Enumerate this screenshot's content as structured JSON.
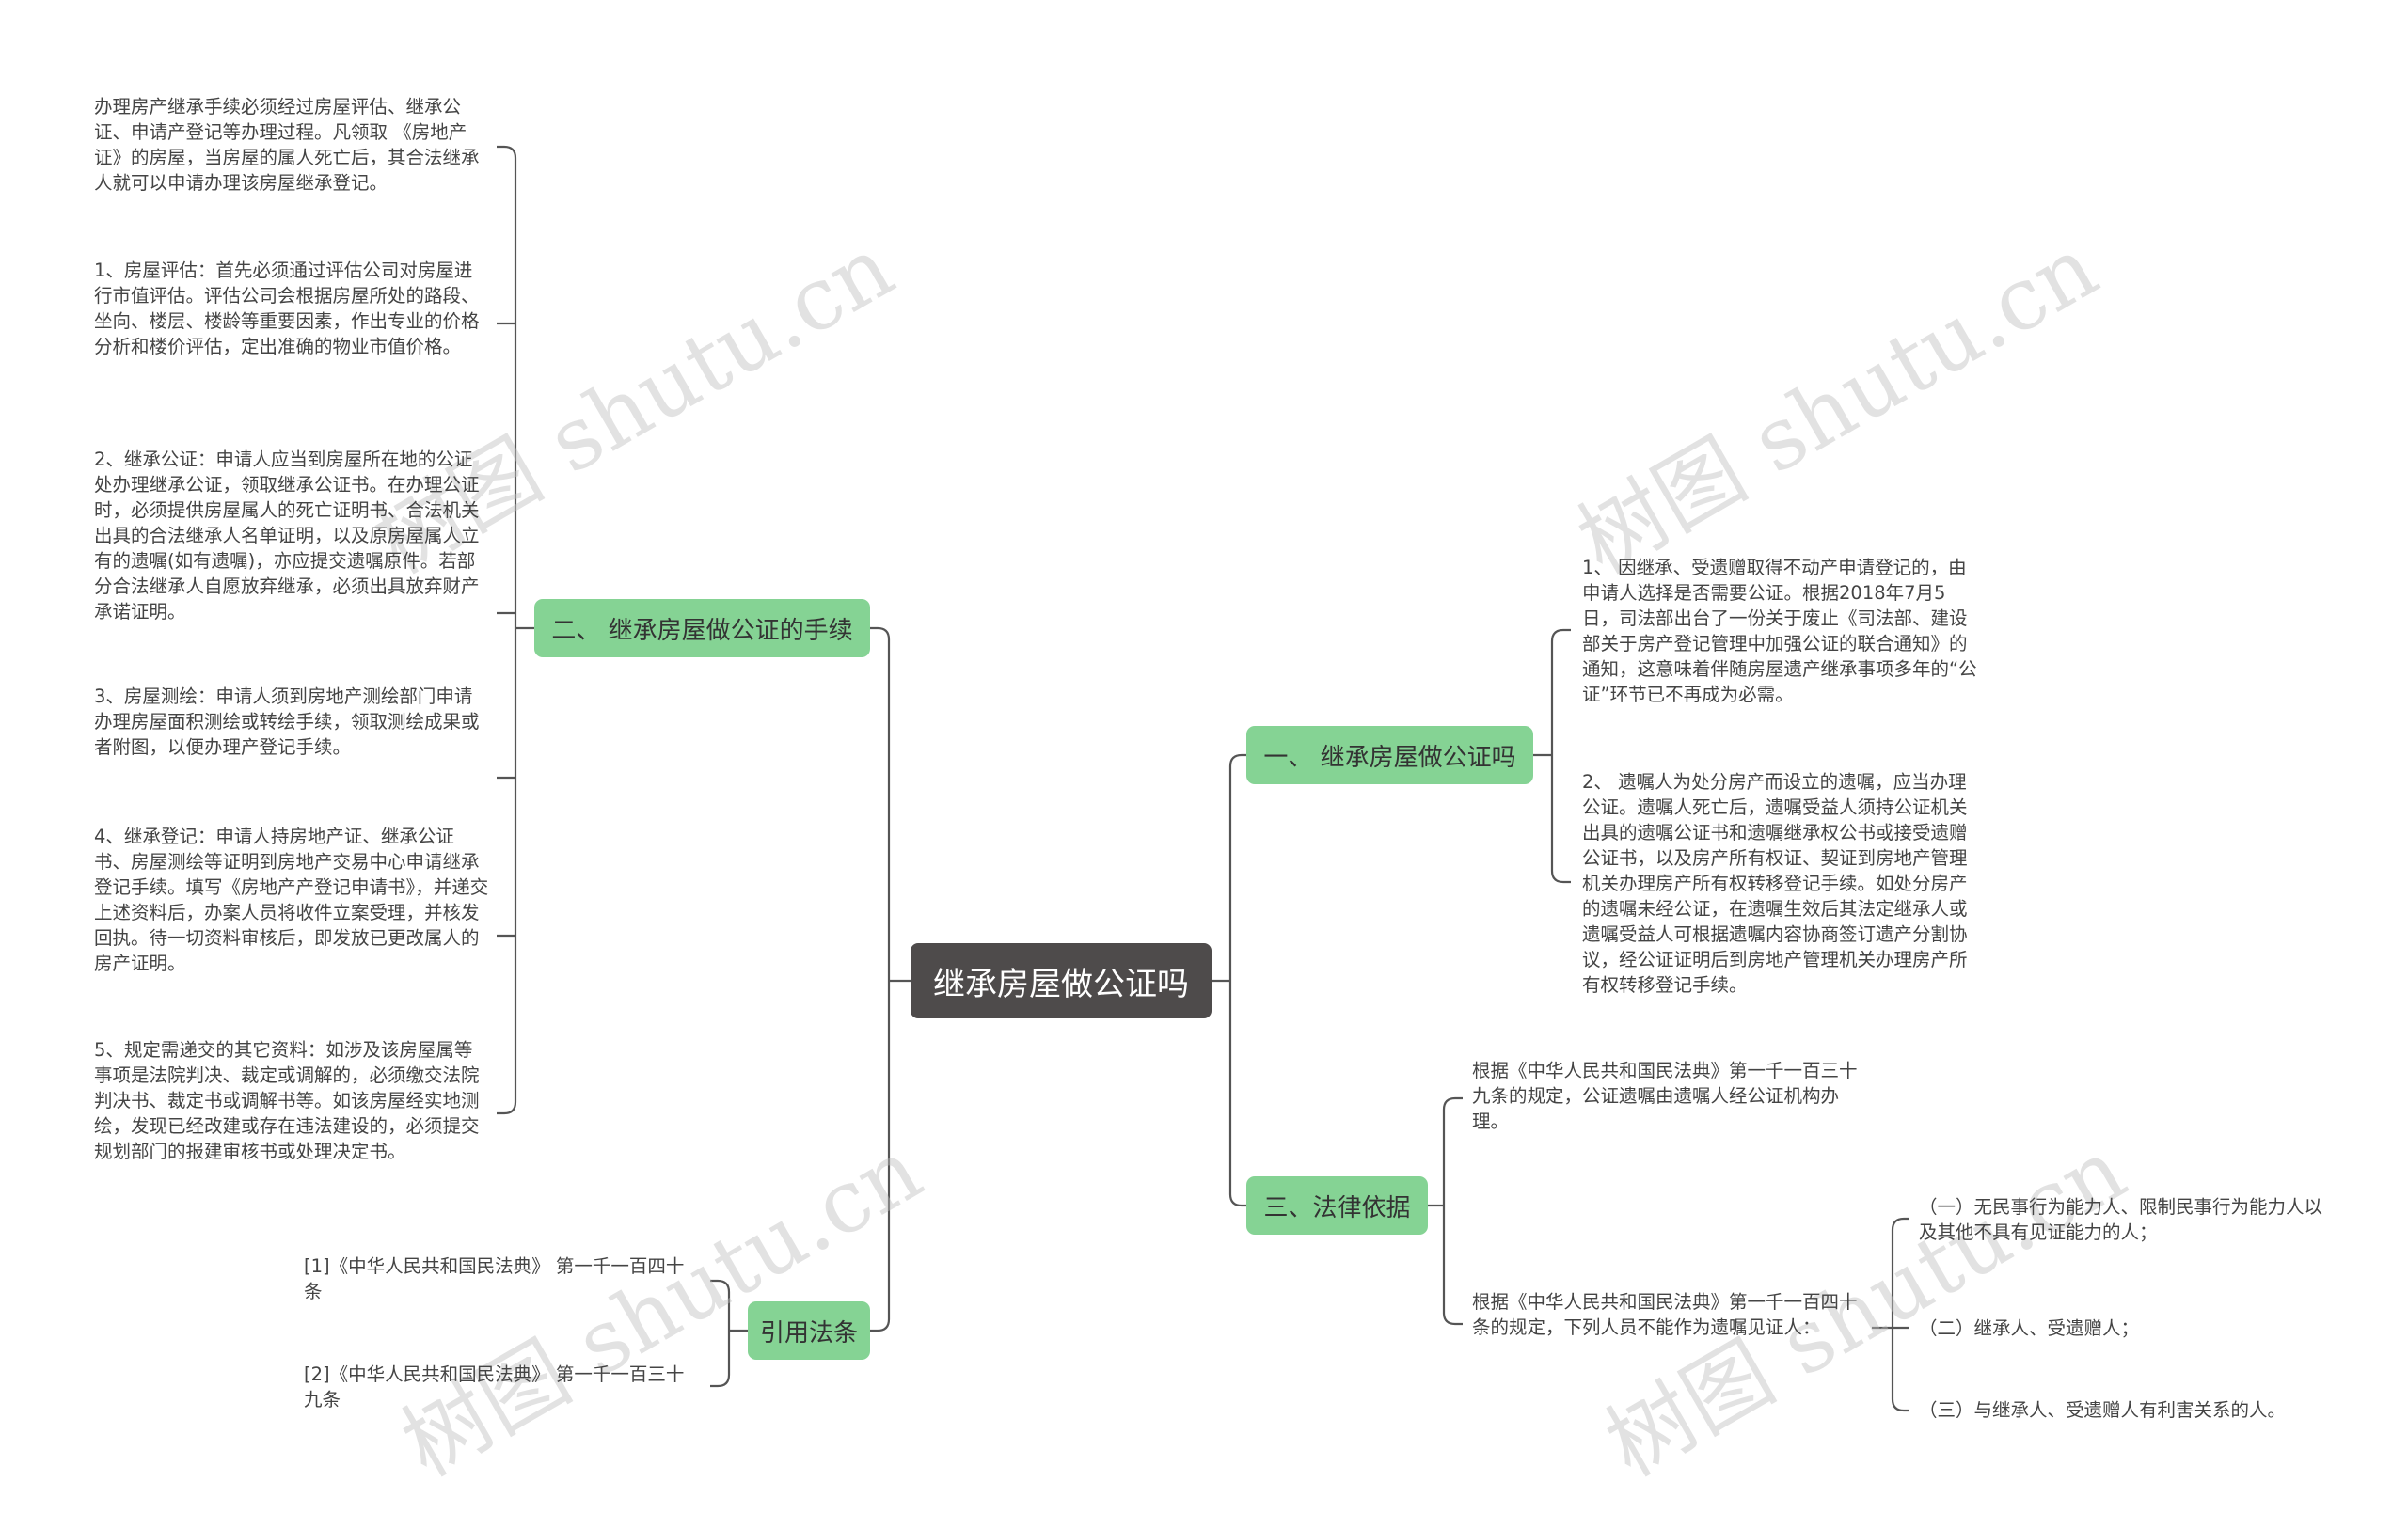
{
  "root": {
    "label": "继承房屋做公证吗"
  },
  "branches": {
    "b1": {
      "label": "一、 继承房屋做公证吗"
    },
    "b2": {
      "label": "二、 继承房屋做公证的手续"
    },
    "b3": {
      "label": "三、法律依据"
    },
    "b4": {
      "label": "引用法条"
    }
  },
  "leaves": {
    "b1_1": "1、 因继承、受遗赠取得不动产申请登记的，由申请人选择是否需要公证。根据2018年7月5日，司法部出台了一份关于废止《司法部、建设部关于房产登记管理中加强公证的联合通知》的通知，这意味着伴随房屋遗产继承事项多年的“公证”环节已不再成为必需。",
    "b1_2": "2、 遗嘱人为处分房产而设立的遗嘱，应当办理公证。遗嘱人死亡后，遗嘱受益人须持公证机关出具的遗嘱公证书和遗嘱继承权公书或接受遗赠公证书，以及房产所有权证、契证到房地产管理机关办理房产所有权转移登记手续。如处分房产的遗嘱未经公证，在遗嘱生效后其法定继承人或遗嘱受益人可根据遗嘱内容协商签订遗产分割协议，经公证证明后到房地产管理机关办理房产所有权转移登记手续。",
    "b2_0": "办理房产继承手续必须经过房屋评估、继承公证、申请产登记等办理过程。凡领取 《房地产证》的房屋，当房屋的属人死亡后，其合法继承人就可以申请办理该房屋继承登记。",
    "b2_1": "1、房屋评估：首先必须通过评估公司对房屋进行市值评估。评估公司会根据房屋所处的路段、坐向、楼层、楼龄等重要因素，作出专业的价格分析和楼价评估，定出准确的物业市值价格。",
    "b2_2": "2、继承公证：申请人应当到房屋所在地的公证处办理继承公证，领取继承公证书。在办理公证时，必须提供房屋属人的死亡证明书、合法机关出具的合法继承人名单证明，以及原房屋属人立有的遗嘱(如有遗嘱)，亦应提交遗嘱原件。若部分合法继承人自愿放弃继承，必须出具放弃财产承诺证明。",
    "b2_3": "3、房屋测绘：申请人须到房地产测绘部门申请办理房屋面积测绘或转绘手续，领取测绘成果或者附图，以便办理产登记手续。",
    "b2_4": "4、继承登记：申请人持房地产证、继承公证书、房屋测绘等证明到房地产交易中心申请继承登记手续。填写《房地产产登记申请书》，并递交上述资料后，办案人员将收件立案受理，并核发回执。待一切资料审核后，即发放已更改属人的房产证明。",
    "b2_5": "5、规定需递交的其它资料：如涉及该房屋属等事项是法院判决、裁定或调解的，必须缴交法院判决书、裁定书或调解书等。如该房屋经实地测绘，发现已经改建或存在违法建设的，必须提交规划部门的报建审核书或处理决定书。",
    "b3_1": "根据《中华人民共和国民法典》第一千一百三十九条的规定，公证遗嘱由遗嘱人经公证机构办理。",
    "b3_2": "根据《中华人民共和国民法典》第一千一百四十条的规定，下列人员不能作为遗嘱见证人：",
    "b3_2_1": "（一）无民事行为能力人、限制民事行为能力人以及其他不具有见证能力的人；",
    "b3_2_2": "（二）继承人、受遗赠人；",
    "b3_2_3": "（三）与继承人、受遗赠人有利害关系的人。",
    "b4_1": "[1]《中华人民共和国民法典》 第一千一百四十条",
    "b4_2": "[2]《中华人民共和国民法典》 第一千一百三十九条"
  },
  "watermarks": [
    "树图 shutu.cn",
    "树图 shutu.cn",
    "树图 shutu.cn",
    "树图 shutu.cn"
  ],
  "colors": {
    "root": "#4e4b4b",
    "branch": "#85d394",
    "line": "#555555"
  }
}
